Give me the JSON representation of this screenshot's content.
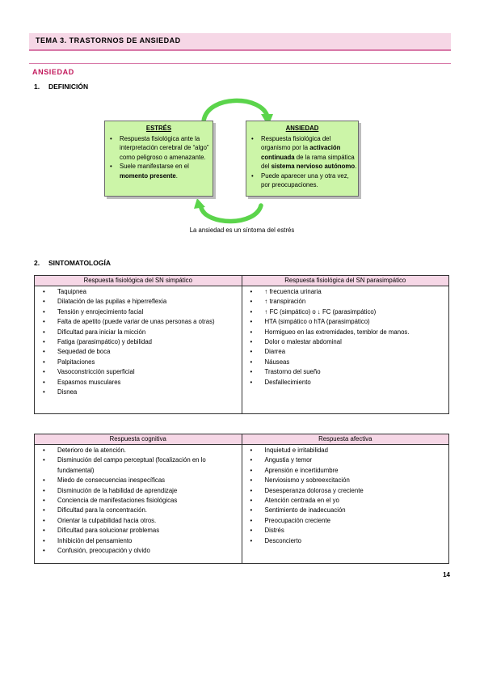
{
  "header": {
    "topic": "TEMA 3. TRASTORNOS DE ANSIEDAD"
  },
  "section": {
    "title": "ANSIEDAD"
  },
  "definition": {
    "number": "1.",
    "heading": "DEFINICIÓN",
    "stress": {
      "title": "ESTRÉS",
      "items": [
        [
          "Respuesta fisiológica ante la interpretación cerebral de “algo” como peligroso o amenazante."
        ],
        [
          "Suele manifestarse en el ",
          "momento presente",
          "."
        ]
      ]
    },
    "anxiety": {
      "title": "ANSIEDAD",
      "items": [
        [
          "Respuesta fisiológica del organismo por la ",
          "activación continuada",
          " de la rama simpática del ",
          "sistema nervioso autónomo",
          "."
        ],
        [
          "Puede aparecer una y otra vez, por preocupaciones."
        ]
      ]
    },
    "caption": "La ansiedad es un síntoma del estrés",
    "arrow_color": "#5bd44b",
    "box_color": "#ccf5a8"
  },
  "symptoms": {
    "number": "2.",
    "heading": "SINTOMATOLOGÍA",
    "table1": {
      "headers": [
        "Respuesta fisiológica del SN simpático",
        "Respuesta fisiológica del SN parasimpático"
      ],
      "left": [
        "Taquipnea",
        "Dilatación de las pupilas e hiperreflexia",
        "Tensión y enrojecimiento facial",
        "Falta de apetito (puede variar de unas personas a otras)",
        "Dificultad para iniciar la micción",
        "Fatiga (parasimpático) y debilidad",
        "Sequedad de boca",
        "Palpitaciones",
        "Vasoconstricción superficial",
        "Espasmos musculares",
        "Disnea"
      ],
      "right": [
        "↑ frecuencia urinaria",
        "↑ transpiración",
        "↑ FC (simpático) o ↓ FC (parasimpático)",
        "HTA (simpático o hTA (parasimpático)",
        "Hormigueo en las extremidades, temblor de manos.",
        "Dolor o malestar abdominal",
        "Diarrea",
        "Náuseas",
        "Trastorno del sueño",
        "Desfallecimiento"
      ]
    },
    "table2": {
      "headers": [
        "Respuesta cognitiva",
        "Respuesta afectiva"
      ],
      "left": [
        "Deterioro de la atención.",
        "Disminución del campo perceptual (focalización en lo fundamental)",
        "Miedo de consecuencias inespecíficas",
        "Disminución de la habilidad de aprendizaje",
        "Conciencia de manifestaciones fisiológicas",
        "Dificultad para la concentración.",
        "Orientar la culpabilidad hacia otros.",
        "Dificultad para solucionar problemas",
        "Inhibición del pensamiento",
        "Confusión, preocupación y olvido"
      ],
      "right": [
        "Inquietud e irritabilidad",
        "Angustia y temor",
        "Aprensión e incertidumbre",
        "Nerviosismo y sobreexcitación",
        "Desesperanza dolorosa y creciente",
        "Atención centrada en el yo",
        "Sentimiento de inadecuación",
        "Preocupación creciente",
        "Distrés",
        "Desconcierto"
      ]
    }
  },
  "footer": {
    "page_number": "14"
  }
}
